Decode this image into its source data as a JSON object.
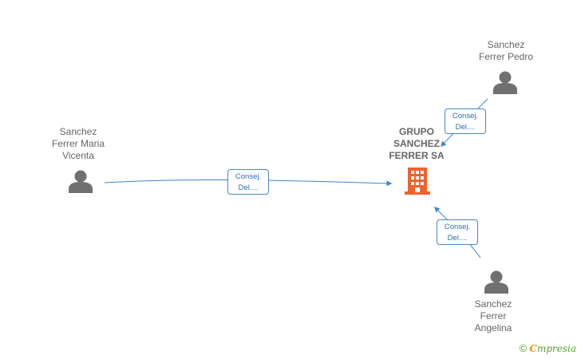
{
  "company": {
    "line1": "GRUPO",
    "line2": "SANCHEZ",
    "line3": "FERRER SA",
    "color": "#f0622d",
    "icon": "building-icon"
  },
  "persons": [
    {
      "line1": "Sanchez",
      "line2": "Ferrer Maria",
      "line3": "Vicenta",
      "icon": "person-icon"
    },
    {
      "line1": "Sanchez",
      "line2": "Ferrer Pedro",
      "line3": "",
      "icon": "person-icon"
    },
    {
      "line1": "Sanchez",
      "line2": "Ferrer",
      "line3": "Angelina",
      "icon": "person-icon"
    }
  ],
  "relations": [
    {
      "line1": "Consej.",
      "line2": "Del...."
    },
    {
      "line1": "Consej.",
      "line2": "Del...."
    },
    {
      "line1": "Consej.",
      "line2": "Del...."
    }
  ],
  "colors": {
    "edge": "#3f86d1",
    "person": "#707070",
    "text": "#666666"
  },
  "brand": {
    "copyright": "©",
    "e": "C",
    "rest": "mpresia"
  }
}
